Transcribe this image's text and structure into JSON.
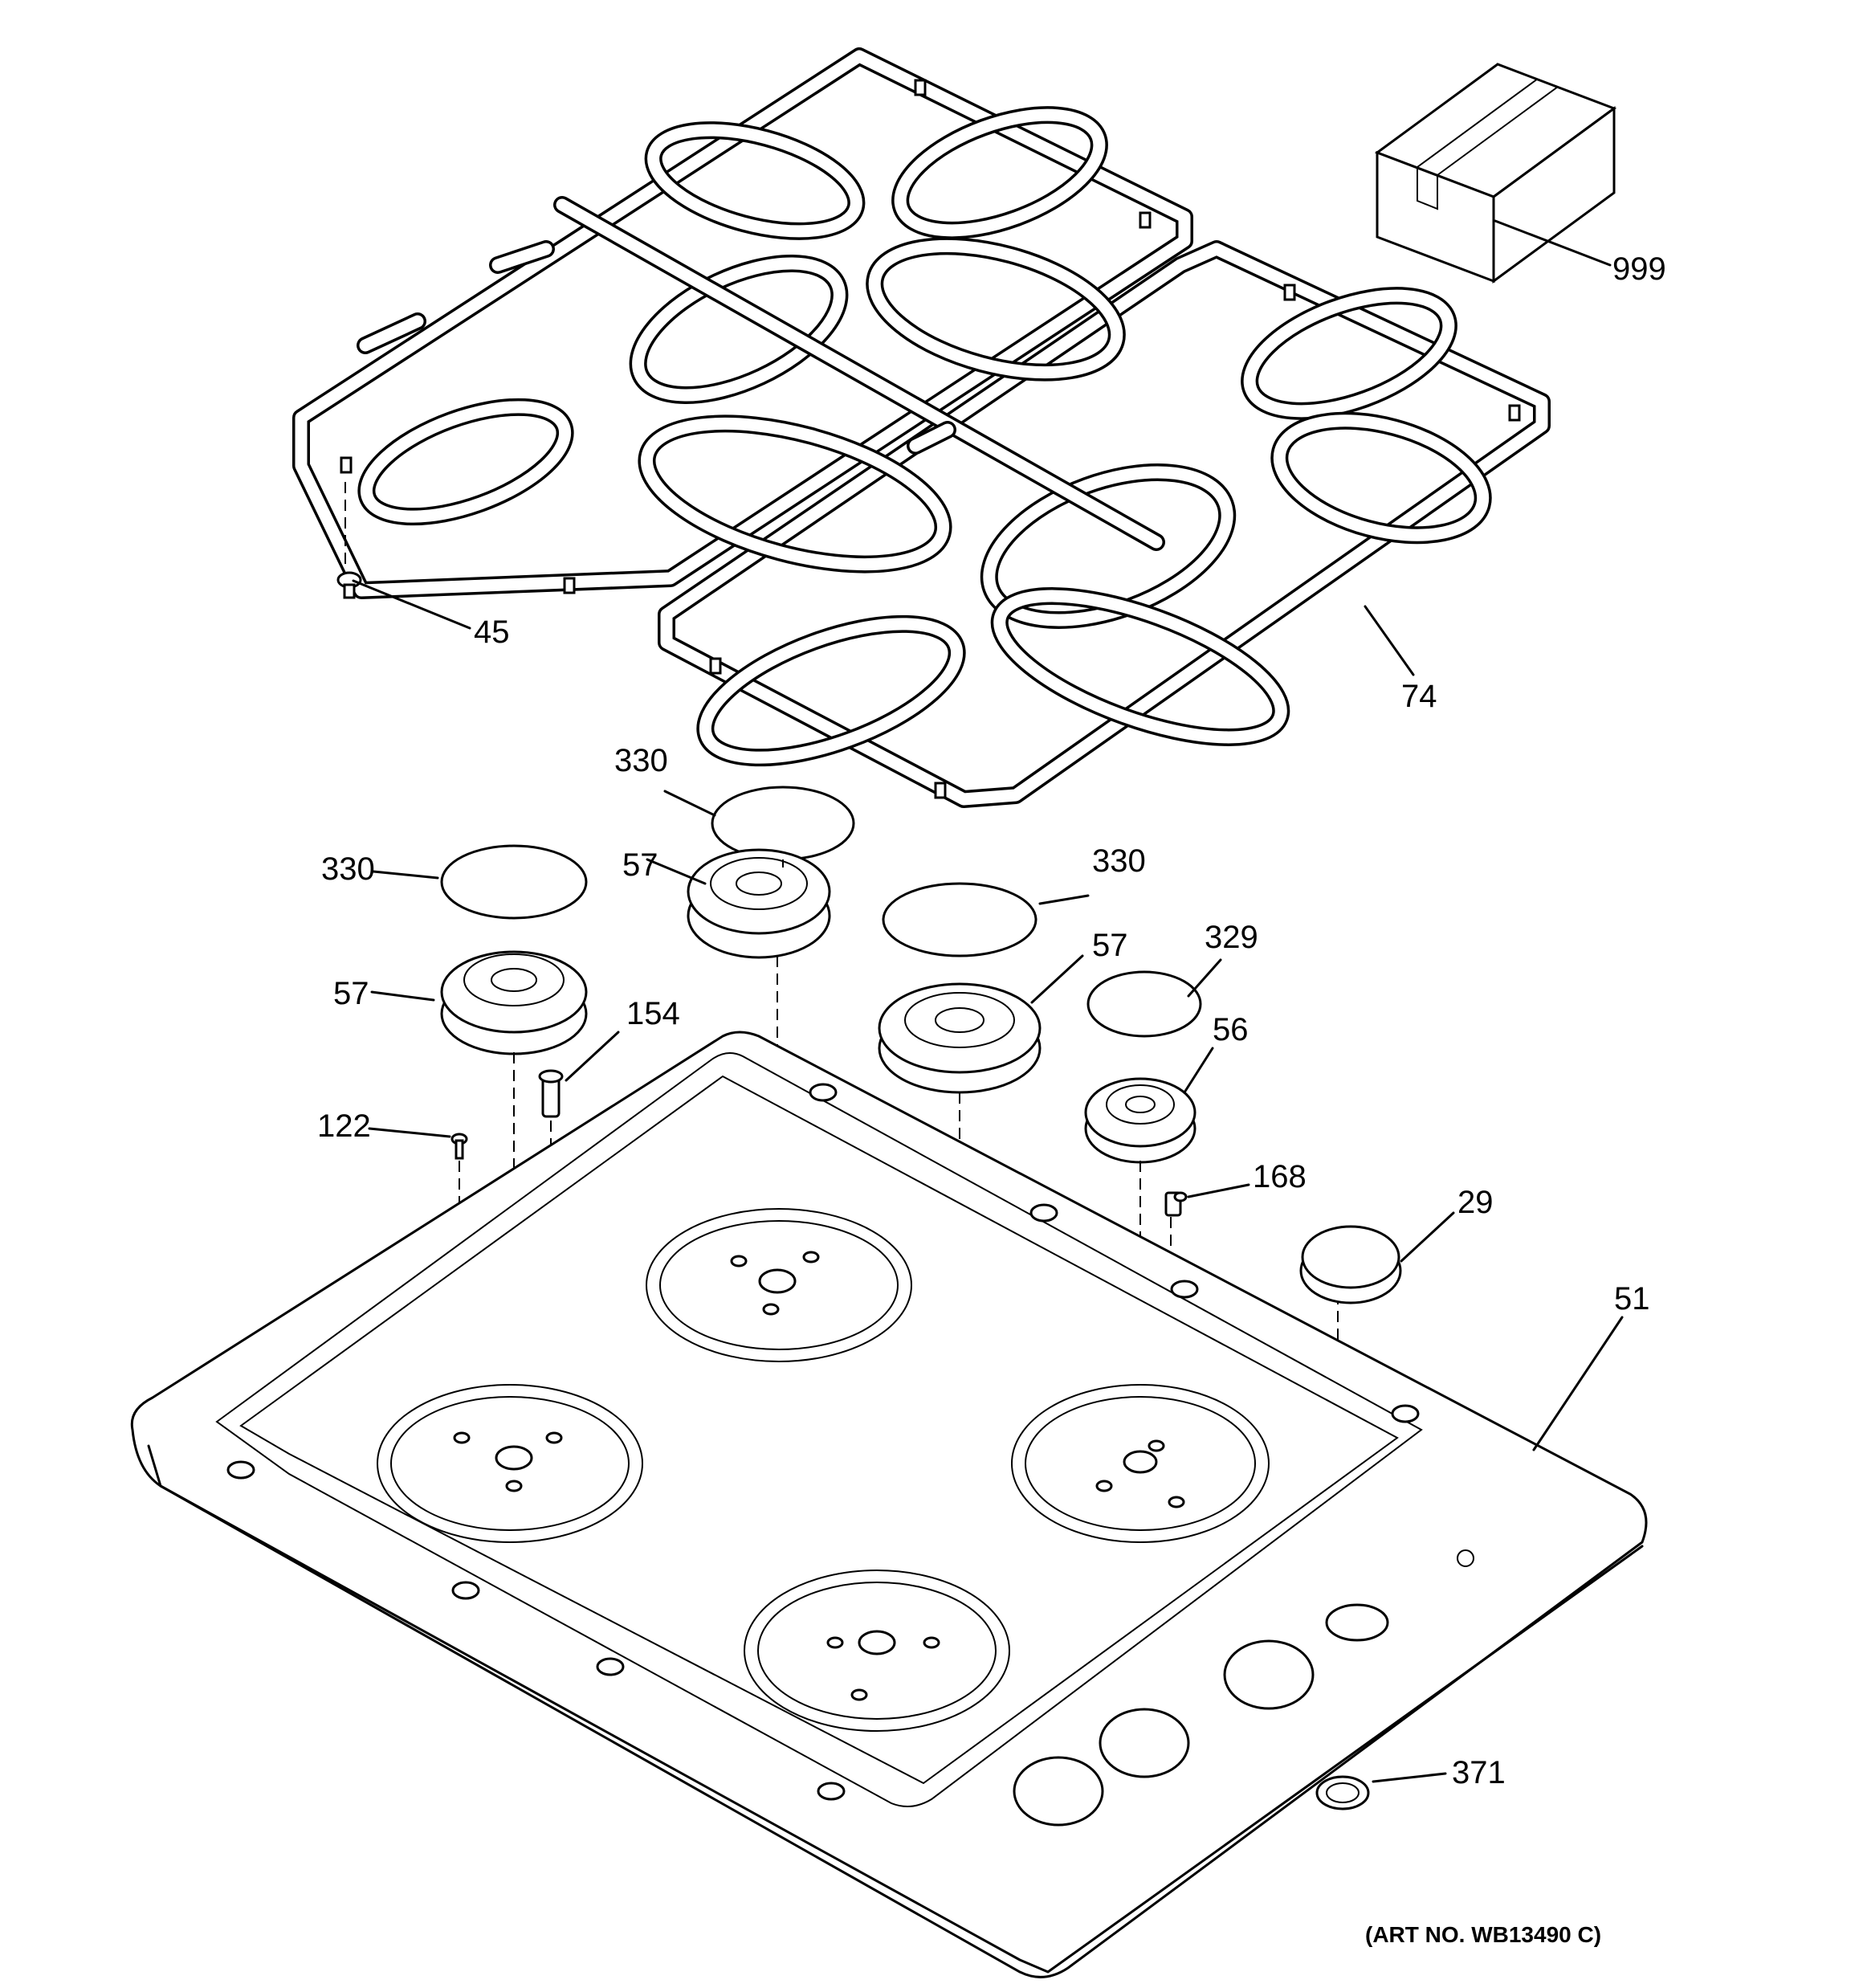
{
  "diagram": {
    "art_number": "(ART NO. WB13490 C)",
    "callouts": [
      {
        "id": "c999",
        "label": "999"
      },
      {
        "id": "c45",
        "label": "45"
      },
      {
        "id": "c74",
        "label": "74"
      },
      {
        "id": "c330a",
        "label": "330"
      },
      {
        "id": "c330b",
        "label": "330"
      },
      {
        "id": "c330c",
        "label": "330"
      },
      {
        "id": "c57a",
        "label": "57"
      },
      {
        "id": "c57b",
        "label": "57"
      },
      {
        "id": "c57c",
        "label": "57"
      },
      {
        "id": "c329",
        "label": "329"
      },
      {
        "id": "c56",
        "label": "56"
      },
      {
        "id": "c154",
        "label": "154"
      },
      {
        "id": "c122",
        "label": "122"
      },
      {
        "id": "c168",
        "label": "168"
      },
      {
        "id": "c29",
        "label": "29"
      },
      {
        "id": "c51",
        "label": "51"
      },
      {
        "id": "c371",
        "label": "371"
      }
    ]
  }
}
